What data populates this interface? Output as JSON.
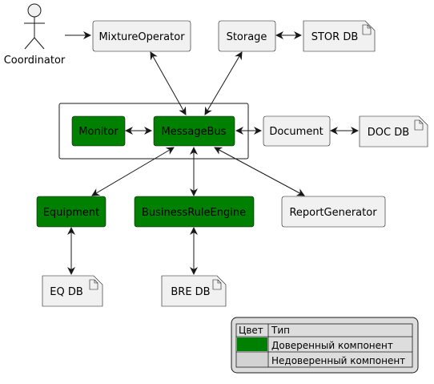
{
  "diagram": {
    "actor": {
      "label": "Coordinator"
    },
    "nodes": {
      "mixture_operator": {
        "label": "MixtureOperator",
        "trusted": false
      },
      "storage": {
        "label": "Storage",
        "trusted": false
      },
      "stor_db": {
        "label": "STOR DB",
        "trusted": false
      },
      "monitor": {
        "label": "Monitor",
        "trusted": true
      },
      "message_bus": {
        "label": "MessageBus",
        "trusted": true
      },
      "document": {
        "label": "Document",
        "trusted": false
      },
      "doc_db": {
        "label": "DOC DB",
        "trusted": false
      },
      "equipment": {
        "label": "Equipment",
        "trusted": true
      },
      "business_rule_engine": {
        "label": "BusinessRuleEngine",
        "trusted": true
      },
      "report_generator": {
        "label": "ReportGenerator",
        "trusted": false
      },
      "eq_db": {
        "label": "EQ DB",
        "trusted": false
      },
      "bre_db": {
        "label": "BRE DB",
        "trusted": false
      }
    },
    "edges": [
      {
        "from": "actor",
        "to": "mixture_operator",
        "direction": "forward"
      },
      {
        "from": "mixture_operator",
        "to": "message_bus",
        "direction": "both"
      },
      {
        "from": "storage",
        "to": "message_bus",
        "direction": "both"
      },
      {
        "from": "storage",
        "to": "stor_db",
        "direction": "both"
      },
      {
        "from": "monitor",
        "to": "message_bus",
        "direction": "both"
      },
      {
        "from": "message_bus",
        "to": "document",
        "direction": "both"
      },
      {
        "from": "document",
        "to": "doc_db",
        "direction": "both"
      },
      {
        "from": "message_bus",
        "to": "equipment",
        "direction": "both"
      },
      {
        "from": "message_bus",
        "to": "business_rule_engine",
        "direction": "both"
      },
      {
        "from": "message_bus",
        "to": "report_generator",
        "direction": "both"
      },
      {
        "from": "equipment",
        "to": "eq_db",
        "direction": "both"
      },
      {
        "from": "business_rule_engine",
        "to": "bre_db",
        "direction": "both"
      }
    ]
  },
  "legend": {
    "header_color": "Цвет",
    "header_type": "Тип",
    "rows": [
      {
        "color": "#008000",
        "type": "Доверенный компонент"
      },
      {
        "color": "#d3d3d3",
        "type": "Недоверенный компонент"
      }
    ]
  },
  "colors": {
    "trusted": "#008000",
    "untrusted_fill": "#f1f1f1",
    "border": "#181818",
    "legend_bg": "#dddddd"
  }
}
